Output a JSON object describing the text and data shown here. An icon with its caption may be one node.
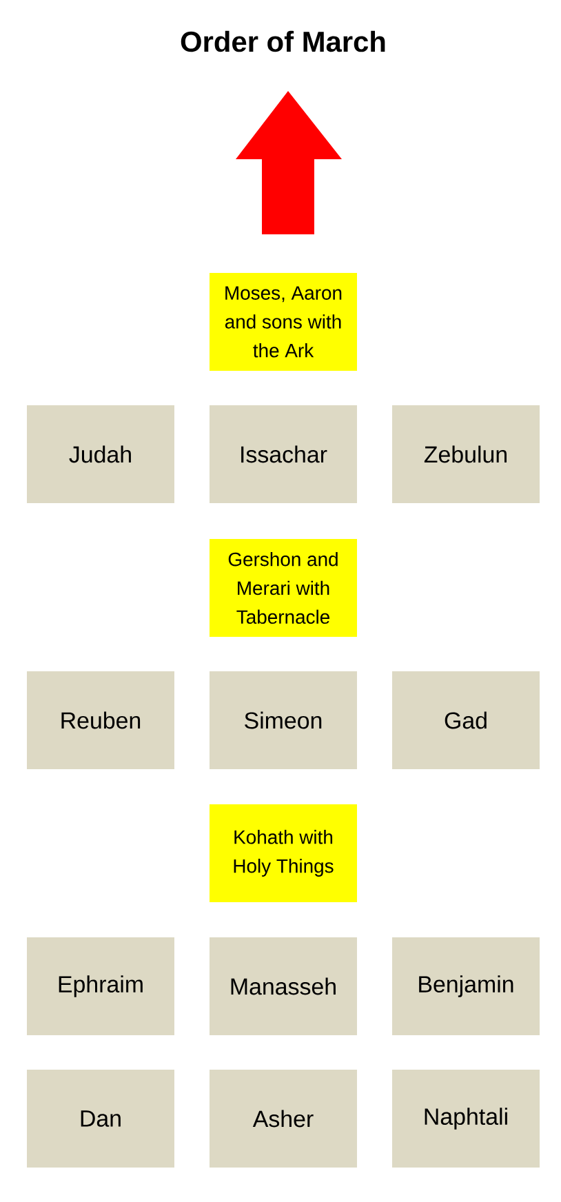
{
  "diagram": {
    "title": "Order of March",
    "nodes": [
      {
        "text": [
          "Moses, Aaron and sons with the Ark"
        ]
      },
      {
        "text": [
          "Judah"
        ]
      },
      {
        "text": [
          "Issachar"
        ]
      },
      {
        "text": [
          "Zebulun"
        ]
      },
      {
        "text": [
          "Gershon and Merari with Tabernacle"
        ]
      },
      {
        "text": [
          "Reuben"
        ]
      },
      {
        "text": [
          "Simeon"
        ]
      },
      {
        "text": [
          "Gad"
        ]
      },
      {
        "text": [
          "Kohath with Holy Things"
        ]
      },
      {
        "text": [
          "Ephraim"
        ]
      },
      {
        "text": [
          "Manasseh"
        ]
      },
      {
        "text": [
          "Benjamin"
        ]
      },
      {
        "text": [
          "Dan"
        ]
      },
      {
        "text": [
          "Asher"
        ]
      },
      {
        "text": [
          "Naphtali"
        ]
      }
    ]
  }
}
